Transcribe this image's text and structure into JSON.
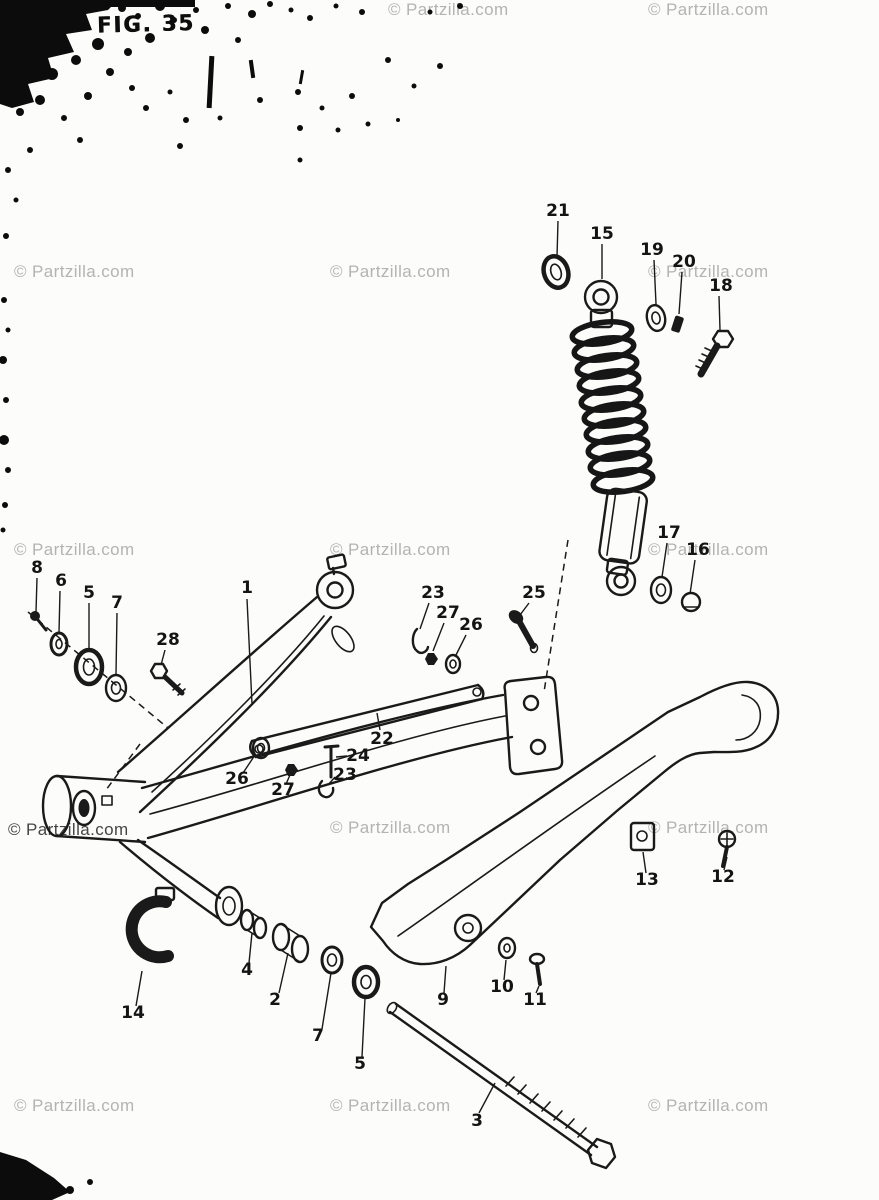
{
  "figure": {
    "title": "FIG. 35"
  },
  "watermark": {
    "text": "© Partzilla.com"
  },
  "colors": {
    "ink": "#1a1a1a",
    "watermark_gray": "#a2a2a2",
    "paper": "#fcfcfa"
  },
  "callouts": [
    {
      "label": "21"
    },
    {
      "label": "15"
    },
    {
      "label": "19"
    },
    {
      "label": "20"
    },
    {
      "label": "18"
    },
    {
      "label": "17"
    },
    {
      "label": "16"
    },
    {
      "label": "8"
    },
    {
      "label": "6"
    },
    {
      "label": "5"
    },
    {
      "label": "7"
    },
    {
      "label": "28"
    },
    {
      "label": "23"
    },
    {
      "label": "27"
    },
    {
      "label": "26"
    },
    {
      "label": "25"
    },
    {
      "label": "22"
    },
    {
      "label": "26"
    },
    {
      "label": "27"
    },
    {
      "label": "24"
    },
    {
      "label": "23"
    },
    {
      "label": "1"
    },
    {
      "label": "13"
    },
    {
      "label": "12"
    },
    {
      "label": "14"
    },
    {
      "label": "4"
    },
    {
      "label": "2"
    },
    {
      "label": "7"
    },
    {
      "label": "5"
    },
    {
      "label": "9"
    },
    {
      "label": "10"
    },
    {
      "label": "11"
    },
    {
      "label": "3"
    }
  ]
}
